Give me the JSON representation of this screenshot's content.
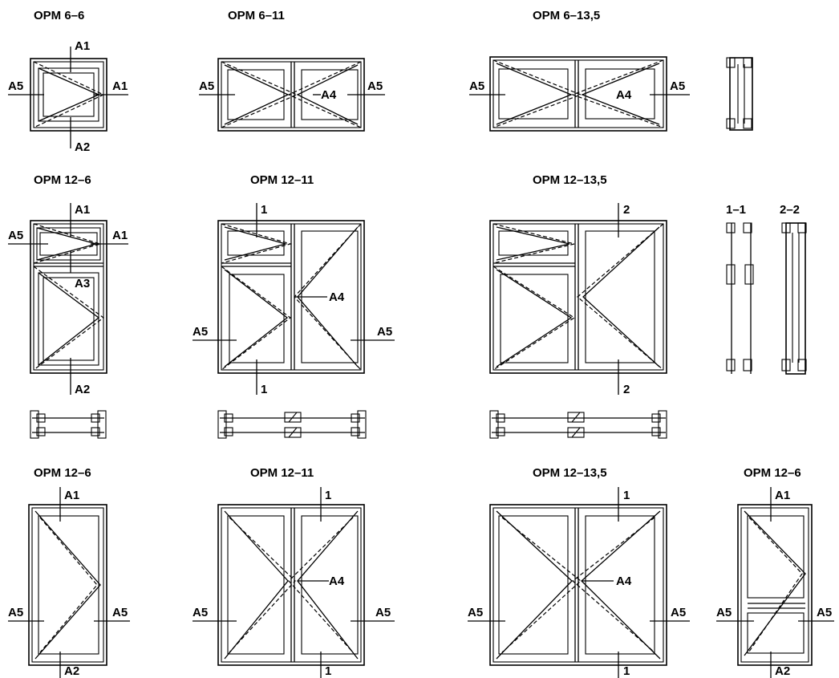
{
  "panels": [
    {
      "title": "OPM 6–6",
      "labels": [
        "A1",
        "A5",
        "A1",
        "A2"
      ]
    },
    {
      "title": "OPM 6–11",
      "labels": [
        "A5",
        "A4",
        "A5"
      ]
    },
    {
      "title": "OPM 6–13,5",
      "labels": [
        "A5",
        "A4",
        "A5"
      ]
    },
    {
      "title": "OPM 12–6",
      "labels": [
        "A1",
        "A5",
        "A1",
        "A3",
        "A2"
      ]
    },
    {
      "title": "OPM 12–11",
      "labels": [
        "1",
        "A4",
        "A5",
        "A5",
        "1"
      ]
    },
    {
      "title": "OPM 12–13,5",
      "labels": [
        "2",
        "2"
      ]
    },
    {
      "title": "OPM 12–6",
      "labels": [
        "A1",
        "A5",
        "A5",
        "A2"
      ]
    },
    {
      "title": "OPM 12–11",
      "labels": [
        "1",
        "A4",
        "A5",
        "A5",
        "1"
      ]
    },
    {
      "title": "OPM 12–13,5",
      "labels": [
        "1",
        "A4",
        "A5",
        "A5",
        "1"
      ]
    },
    {
      "title": "OPM 12–6",
      "labels": [
        "A1",
        "A5",
        "A5",
        "A2"
      ]
    }
  ],
  "section_titles": [
    "1–1",
    "2–2"
  ]
}
